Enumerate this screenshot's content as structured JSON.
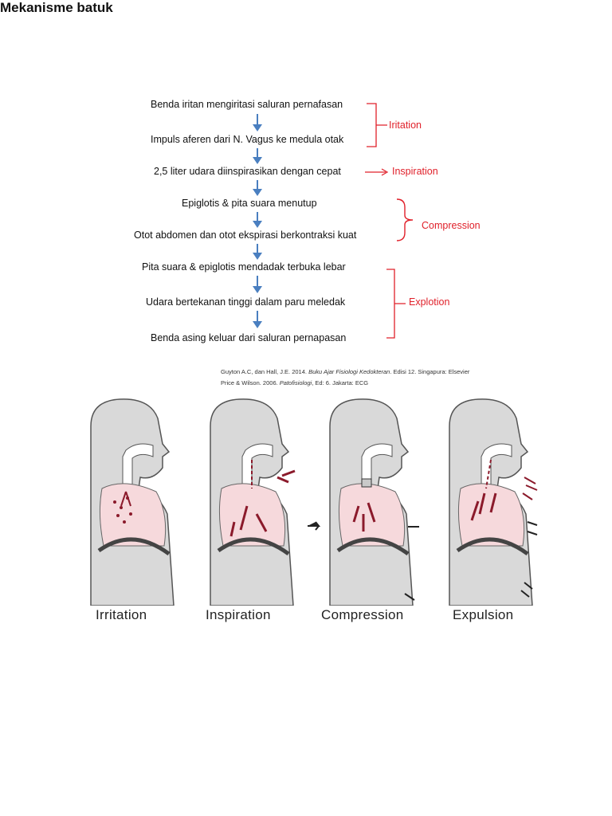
{
  "title": "Mekanisme batuk",
  "steps": [
    "Benda iritan mengiritasi saluran pernafasan",
    "Impuls aferen dari N. Vagus ke medula otak",
    "2,5 liter udara diinspirasikan dengan cepat",
    "Epiglotis & pita suara menutup",
    "Otot abdomen dan otot ekspirasi berkontraksi kuat",
    "Pita suara & epiglotis mendadak terbuka lebar",
    "Udara bertekanan tinggi dalam paru meledak",
    "Benda asing keluar dari saluran pernapasan"
  ],
  "phases": {
    "irritation": "Iritation",
    "inspiration": "Inspiration",
    "compression": "Compression",
    "explotion": "Explotion"
  },
  "references": {
    "line1_prefix": "Guyton A.C, dan Hall, J.E. 2014. ",
    "line1_book": "Buku Ajar Fisiologi Kedokteran",
    "line1_suffix": ". Edisi 12. Singapura: Elsevier",
    "line2_prefix": "Price & Wilson. 2006. ",
    "line2_book": "Patofisiologi",
    "line2_suffix": ", Ed: 6. Jakarta: ECG"
  },
  "figure_captions": [
    "Irritation",
    "Inspiration",
    "Compression",
    "Expulsion"
  ],
  "colors": {
    "accent_red": "#e0202a",
    "arrow_blue": "#4a7fc0",
    "lung_pink": "#f6d9dc",
    "airway_red": "#8b1a2b"
  }
}
